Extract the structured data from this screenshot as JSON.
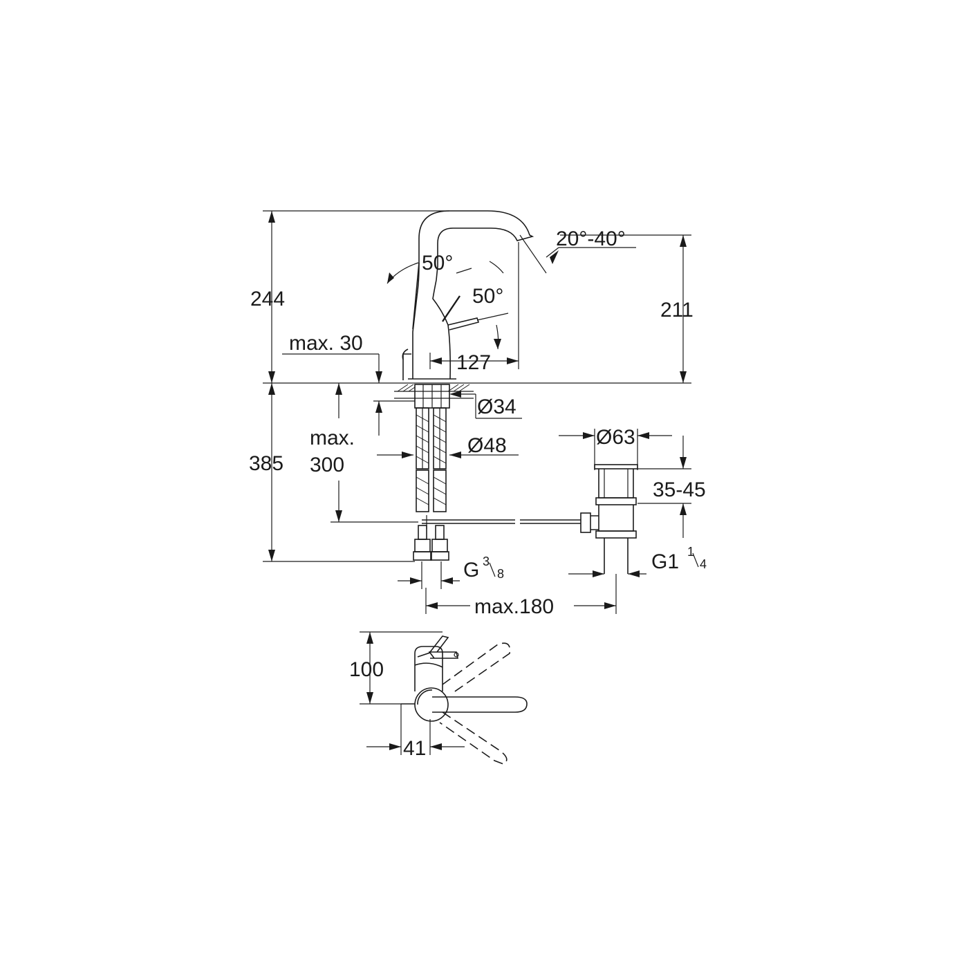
{
  "drawing": {
    "colors": {
      "line": "#1a1a1a",
      "background": "#ffffff"
    },
    "dimensions": {
      "total_height": "244",
      "spout_height": "211",
      "spout_reach": "127",
      "spout_angle": "20°-40°",
      "lever_angle_back": "50°",
      "lever_angle_front": "50°",
      "max_deck_thickness": "max. 30",
      "hole_diameter": "Ø34",
      "hose_clearance": "Ø48",
      "below_deck_height": "385",
      "max_pull_rod_line1": "max.",
      "max_pull_rod_line2": "300",
      "waste_diameter": "Ø63",
      "waste_range": "35-45",
      "waste_thread_main": "G1",
      "waste_thread_num": "1",
      "waste_thread_den": "4",
      "supply_thread_main": "G",
      "supply_thread_num": "3",
      "supply_thread_den": "8",
      "max_distance": "max.180",
      "top_view_depth": "100",
      "top_view_offset": "41"
    }
  }
}
